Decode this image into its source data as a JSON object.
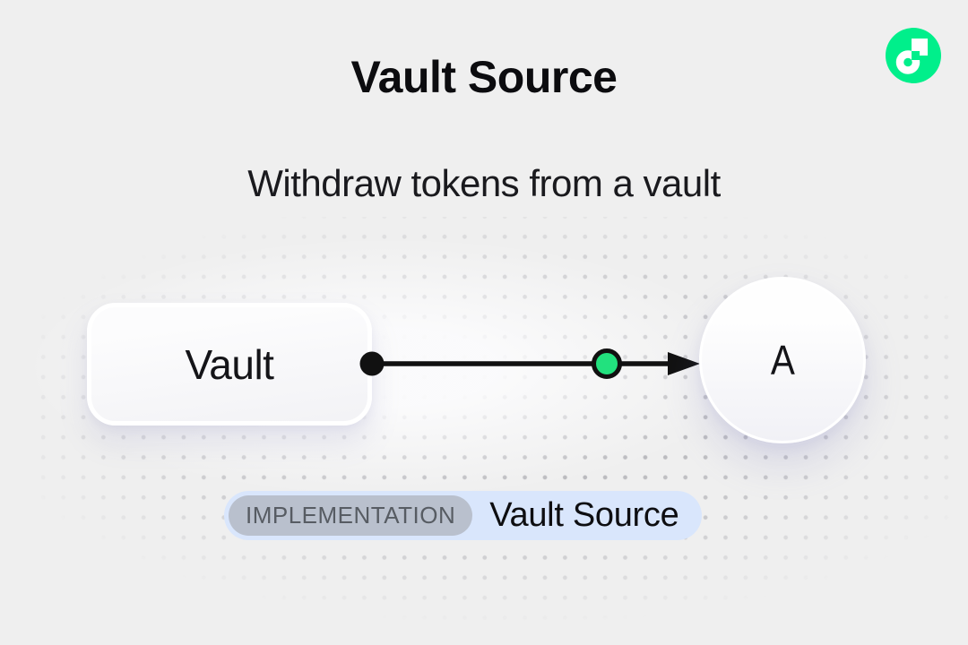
{
  "header": {
    "title": "Vault Source",
    "subtitle": "Withdraw tokens from a vault"
  },
  "brand": {
    "logo_name": "flow-logo",
    "logo_color": "#00ef8b"
  },
  "diagram": {
    "vault_node_label": "Vault",
    "account_node_label": "A",
    "connector": {
      "line_color": "#111111",
      "token_dot_color": "#22e17e",
      "token_dot_stroke": "#111111"
    }
  },
  "badge": {
    "tag": "IMPLEMENTATION",
    "label": "Vault Source",
    "background": "#d9e6fc",
    "tag_background": "#b9c0cd",
    "tag_text_color": "#575c63"
  },
  "colors": {
    "page_background": "#efefef",
    "dot_grid": "#b9b9bd"
  }
}
